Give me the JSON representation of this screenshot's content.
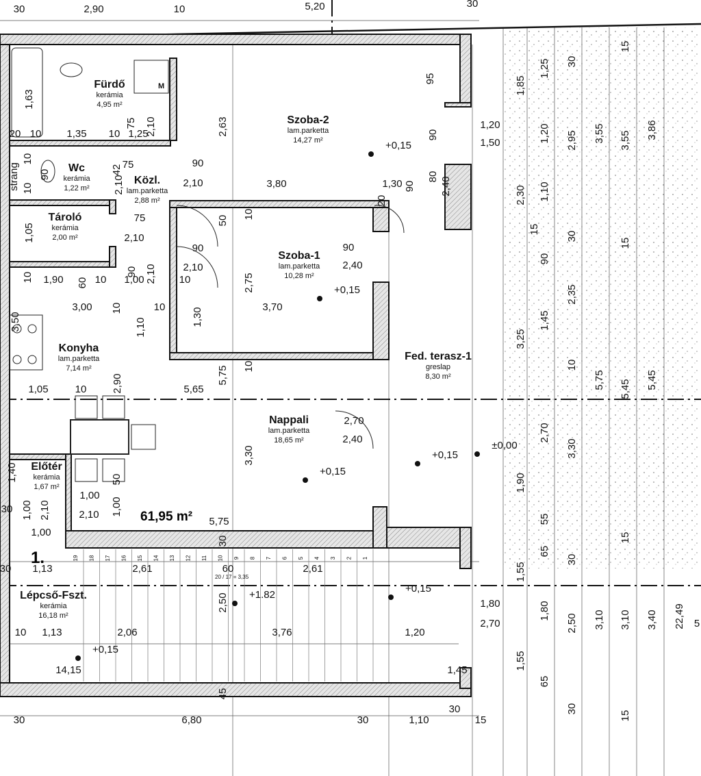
{
  "rooms": [
    {
      "name": "Fürdő",
      "floor": "kerámia",
      "area": "4,95 m²"
    },
    {
      "name": "Wc",
      "floor": "kerámia",
      "area": "1,22 m²"
    },
    {
      "name": "Közl.",
      "floor": "lam.parketta",
      "area": "2,88 m²"
    },
    {
      "name": "Tároló",
      "floor": "kerámia",
      "area": "2,00 m²"
    },
    {
      "name": "Szoba-2",
      "floor": "lam.parketta",
      "area": "14,27 m²"
    },
    {
      "name": "Szoba-1",
      "floor": "lam.parketta",
      "area": "10,28 m²"
    },
    {
      "name": "Konyha",
      "floor": "lam.parketta",
      "area": "7,14 m²"
    },
    {
      "name": "Fed. terasz-1",
      "floor": "greslap",
      "area": "8,30 m²"
    },
    {
      "name": "Nappali",
      "floor": "lam.parketta",
      "area": "18,65 m²"
    },
    {
      "name": "Előtér",
      "floor": "kerámia",
      "area": "1,67 m²"
    },
    {
      "name": "Lépcső-Fszt.",
      "floor": "kerámia",
      "area": "16,18 m²"
    }
  ],
  "total_area": "61,95 m²",
  "floor_number": "1.",
  "stair_formula": "20 / 17 = 3,35",
  "stair_steps": [
    "19",
    "18",
    "17",
    "16",
    "15",
    "14",
    "13",
    "12",
    "11",
    "10",
    "9",
    "8",
    "7",
    "6",
    "5",
    "4",
    "3",
    "2",
    "1"
  ],
  "levels": [
    "+0,15",
    "+0,15",
    "+0,15",
    "±0,00",
    "+0,15",
    "+1.82",
    "+0,15",
    "+0,15"
  ],
  "dims": [
    "30",
    "2,90",
    "10",
    "5,20",
    "30",
    "1,63",
    "M",
    "95",
    "20",
    "10",
    "1,35",
    "10",
    "1,25",
    "75",
    "2,10",
    "2,63",
    "90",
    "1,20",
    "1,50",
    "strang",
    "90",
    "10",
    "10",
    "42",
    "75",
    "2,10",
    "90",
    "2,10",
    "3,80",
    "1,30",
    "20",
    "80",
    "2,40",
    "90",
    "1,05",
    "75",
    "2,10",
    "50",
    "10",
    "90",
    "2,10",
    "90",
    "2,40",
    "10",
    "1,90",
    "60",
    "10",
    "90",
    "1,00",
    "2,10",
    "10",
    "2,75",
    "3,00",
    "10",
    "10",
    "1,30",
    "3,70",
    "3,50",
    "1,10",
    "10",
    "5,75",
    "2,90",
    "1,05",
    "10",
    "5,65",
    "2,70",
    "2,40",
    "3,30",
    "1,40",
    "1,00",
    "50",
    "30",
    "2,10",
    "1,00",
    "2,10",
    "1,00",
    "5,75",
    "1,00",
    "30",
    "1,13",
    "2,61",
    "60",
    "2,61",
    "30",
    "2,50",
    "1,80",
    "2,70",
    "10",
    "1,13",
    "2,06",
    "3,76",
    "1,20",
    "14,15",
    "1,45",
    "45",
    "30",
    "6,80",
    "30",
    "1,10",
    "30",
    "15",
    "1,85",
    "2,30",
    "3,25",
    "1,90",
    "1,55",
    "1,55",
    "1,25",
    "1,20",
    "1,10",
    "15",
    "90",
    "1,45",
    "2,70",
    "55",
    "65",
    "1,80",
    "65",
    "30",
    "2,95",
    "30",
    "2,35",
    "10",
    "3,30",
    "30",
    "2,50",
    "30",
    "15",
    "3,55",
    "5,75",
    "3,10",
    "3,55",
    "15",
    "5,45",
    "15",
    "3,10",
    "15",
    "3,86",
    "5,45",
    "3,40",
    "22,49",
    "5"
  ]
}
